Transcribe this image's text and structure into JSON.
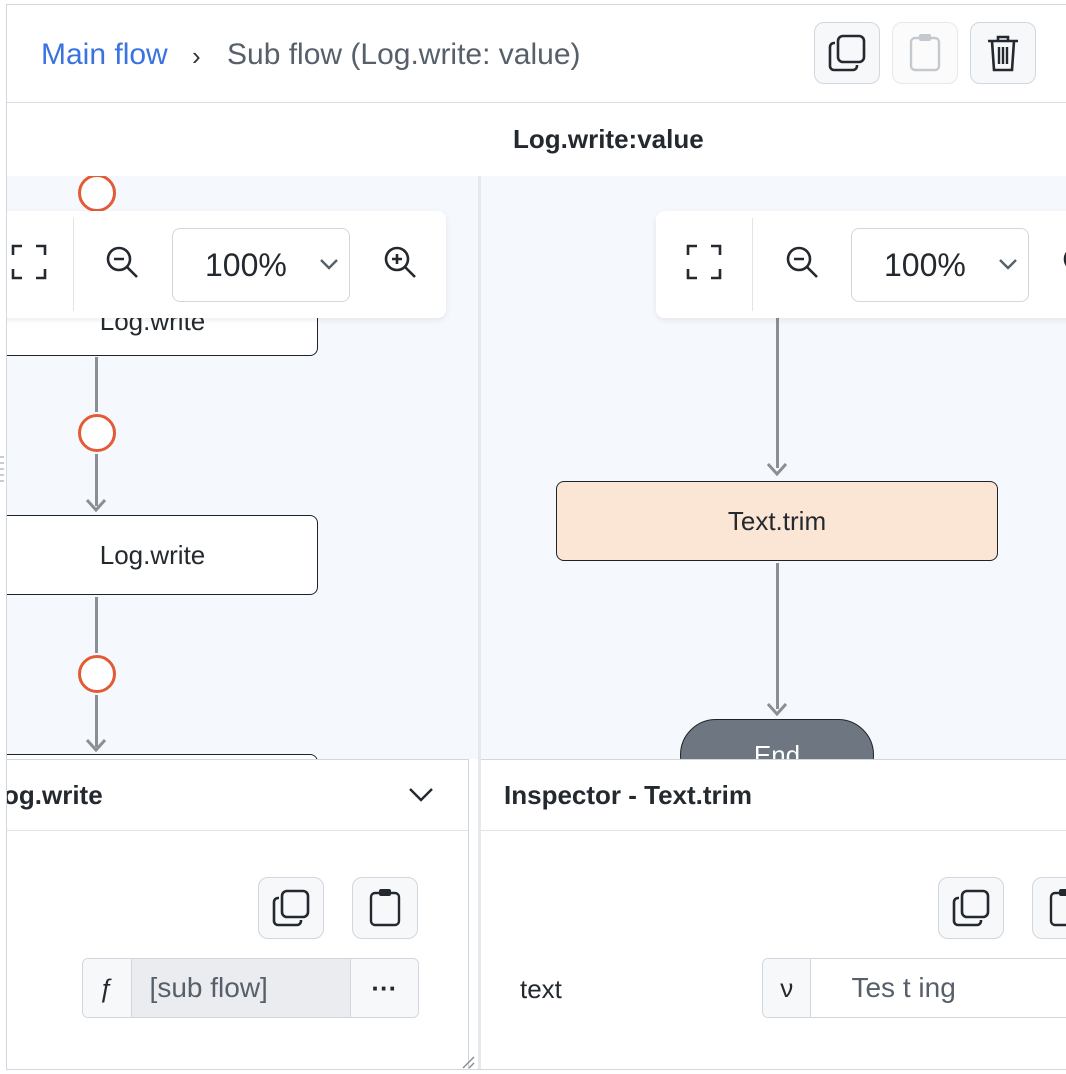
{
  "header": {
    "breadcrumb_main": "Main flow",
    "breadcrumb_sep": "›",
    "breadcrumb_sub": "Sub flow (Log.write: value)"
  },
  "subflow_title": "Log.write:value",
  "left_canvas": {
    "zoom_value": "100%",
    "nodes": [
      "Log.write",
      "Log.write"
    ]
  },
  "right_canvas": {
    "zoom_value": "100%",
    "nodes": [
      "Text.trim",
      "End"
    ]
  },
  "left_panel": {
    "title": "og.write",
    "prefix": "ƒ",
    "value": "[sub flow]",
    "more": "···"
  },
  "inspector": {
    "title": "Inspector - Text.trim",
    "field_label": "text",
    "prefix": "ν",
    "value": "Tes t ing"
  },
  "colors": {
    "link": "#3a73e0",
    "port": "#e35a35",
    "trim_node": "#fbe6d6",
    "end_node": "#6e7781",
    "canvas_bg": "#f5f8fc"
  }
}
